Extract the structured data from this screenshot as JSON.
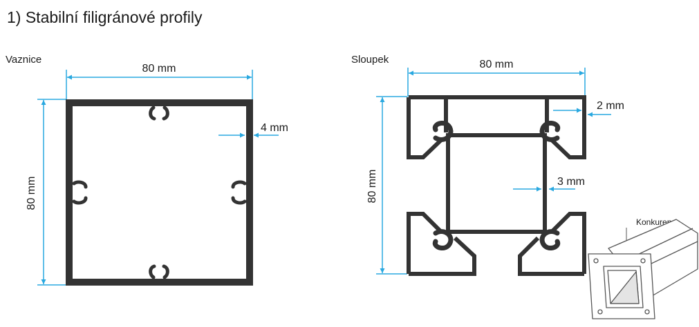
{
  "title": "1) Stabilní filigránové profily",
  "purlin": {
    "label": "Vaznice",
    "width_label": "80 mm",
    "height_label": "80 mm",
    "wall_label": "4 mm"
  },
  "post": {
    "label": "Sloupek",
    "width_label": "80 mm",
    "height_label": "80 mm",
    "outer_wall_label": "2 mm",
    "inner_wall_label": "3 mm"
  },
  "competitor": {
    "label": "Konkurence"
  },
  "colors": {
    "dimension": "#29a8e0",
    "profile": "#333333",
    "text": "#1a1a1a"
  }
}
